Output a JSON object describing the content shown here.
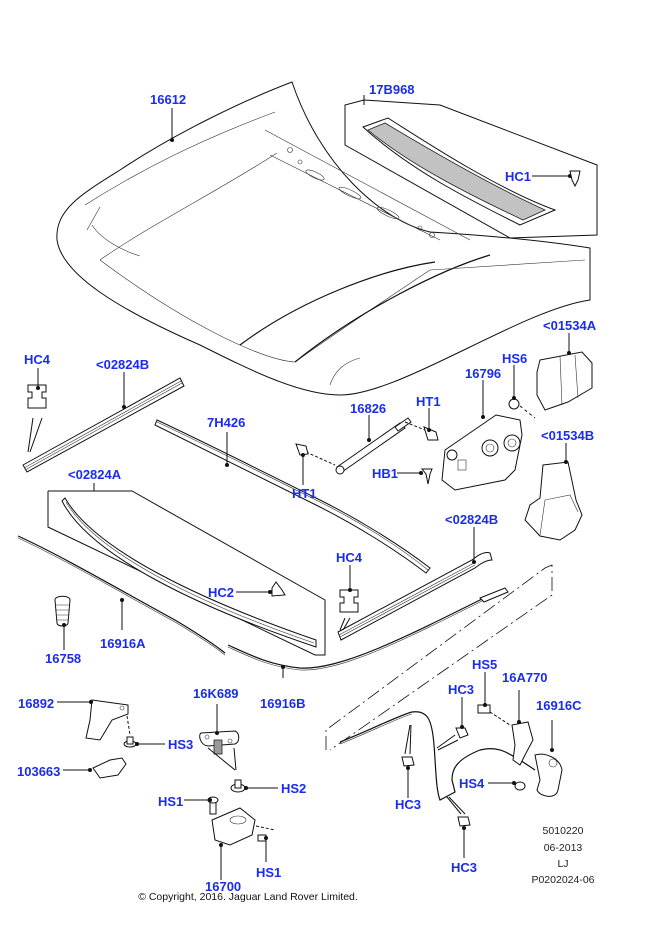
{
  "diagram": {
    "title": "Hood / Bonnet assembly parts diagram",
    "parts": {
      "hood": "16612",
      "cowl_grille": "17B968",
      "clip_hc1": "HC1",
      "clip_hc4_left": "HC4",
      "seal_02824b_left": "<02824B",
      "seal_7h426": "7H426",
      "strut_16826": "16826",
      "ht1_upper": "HT1",
      "ht1_lower": "HT1",
      "hinge_16796": "16796",
      "hs6": "HS6",
      "hb1": "HB1",
      "cover_01534a": "<01534A",
      "cover_01534b": "<01534B",
      "seal_02824a": "<02824A",
      "clip_hc2": "HC2",
      "seal_02824b_right": "<02824B",
      "clip_hc4_right": "HC4",
      "bumper_16758": "16758",
      "cable_16916a": "16916A",
      "cable_16916b": "16916B",
      "striker_16892": "16892",
      "hs3": "HS3",
      "part_103663": "103663",
      "part_16k689": "16K689",
      "hs2": "HS2",
      "hs1_upper": "HS1",
      "hs1_lower": "HS1",
      "latch_16700": "16700",
      "hs5": "HS5",
      "handle_16a770": "16A770",
      "cable_16916c": "16916C",
      "hc3_upper": "HC3",
      "hc3_left": "HC3",
      "hc3_lower": "HC3",
      "hs4": "HS4"
    },
    "label_color": "#1a2cf0",
    "meta": {
      "code": "5010220",
      "date": "06-2013",
      "initials": "LJ",
      "ref": "P0202024-06"
    },
    "copyright": "© Copyright, 2016. Jaguar Land Rover Limited."
  }
}
